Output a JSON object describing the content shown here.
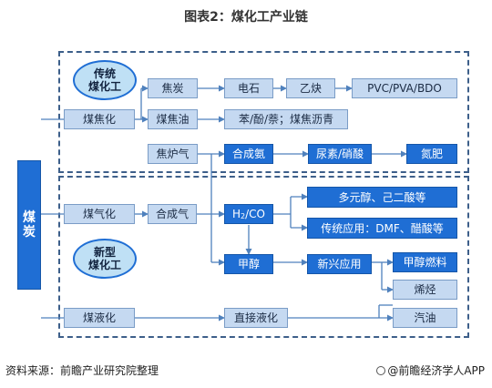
{
  "title": "图表2：煤化工产业链",
  "coal_chars": [
    "煤",
    "炭"
  ],
  "traditional_group": [
    "传统",
    "煤化工"
  ],
  "new_group": [
    "新型",
    "煤化工"
  ],
  "nodes": {
    "coking": "煤焦化",
    "gasification": "煤气化",
    "liquefaction": "煤液化",
    "coke": "焦炭",
    "calcium_carbide": "电石",
    "acetylene": "乙炔",
    "pvc": "PVC/PVA/BDO",
    "coal_tar": "煤焦油",
    "tar_products": "苯/酚/萘；煤焦沥青",
    "coke_gas": "焦炉气",
    "ammonia": "合成氨",
    "urea": "尿素/硝酸",
    "fertilizer": "氮肥",
    "syngas": "合成气",
    "h2co_main": "H",
    "h2co_sub": "2",
    "h2co_tail": "/CO",
    "alcohols": "多元醇、己二酸等",
    "traditional_use": "传统应用：DMF、醋酸等",
    "methanol": "甲醇",
    "emerging_use": "新兴应用",
    "methanol_fuel": "甲醇燃料",
    "olefins": "烯烃",
    "gasoline": "汽油",
    "direct_liquefaction": "直接液化"
  },
  "footer": {
    "source": "资料来源：前瞻产业研究院整理",
    "brand": "@前瞻经济学人APP"
  },
  "colors": {
    "dark_box": "#1f6ed4",
    "light_box": "#c5d9f1",
    "line": "#4f81bd",
    "dash": "#3d5f8a"
  }
}
